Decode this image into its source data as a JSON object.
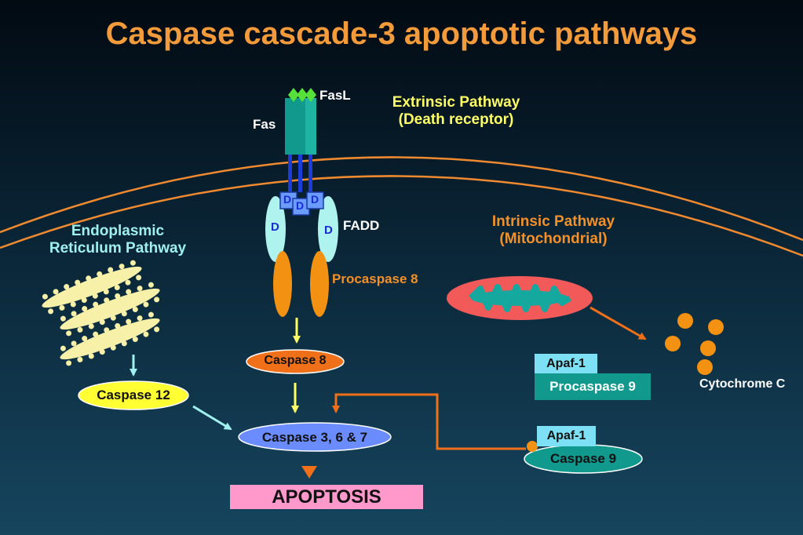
{
  "title": "Caspase cascade-3 apoptotic pathways",
  "extrinsic": {
    "heading_line1": "Extrinsic Pathway",
    "heading_line2": "(Death receptor)",
    "fasl_label": "FasL",
    "fas_label": "Fas",
    "fadd_label": "FADD",
    "death_domain_letter": "D",
    "procaspase8_label": "Procaspase 8",
    "caspase8_label": "Caspase 8"
  },
  "er": {
    "heading_line1": "Endoplasmic",
    "heading_line2": "Reticulum Pathway",
    "caspase12_label": "Caspase 12"
  },
  "intrinsic": {
    "heading_line1": "Intrinsic Pathway",
    "heading_line2": "(Mitochondrial)",
    "cytochrome_label": "Cytochrome C",
    "apaf1_label": "Apaf-1",
    "procaspase9_label": "Procaspase 9",
    "apaf1_bound_label": "Apaf-1",
    "caspase9_label": "Caspase 9"
  },
  "executioner_label": "Caspase 3, 6 & 7",
  "outcome_label": "APOPTOSIS",
  "colors": {
    "title": "#f39a3a",
    "extrinsic_text": "#ffff66",
    "er_text": "#9ff0ee",
    "intrinsic_text": "#f3902a",
    "membrane": "#f08a30",
    "caspase8": "#f0701a",
    "caspase12": "#ffff33",
    "caspase367": "#6a8cff",
    "apoptosis_box": "#ff99cc",
    "apaf1_box": "#7ee0f5",
    "procaspase9_box": "#11998e",
    "mitochondrion": "#f25a5a"
  }
}
